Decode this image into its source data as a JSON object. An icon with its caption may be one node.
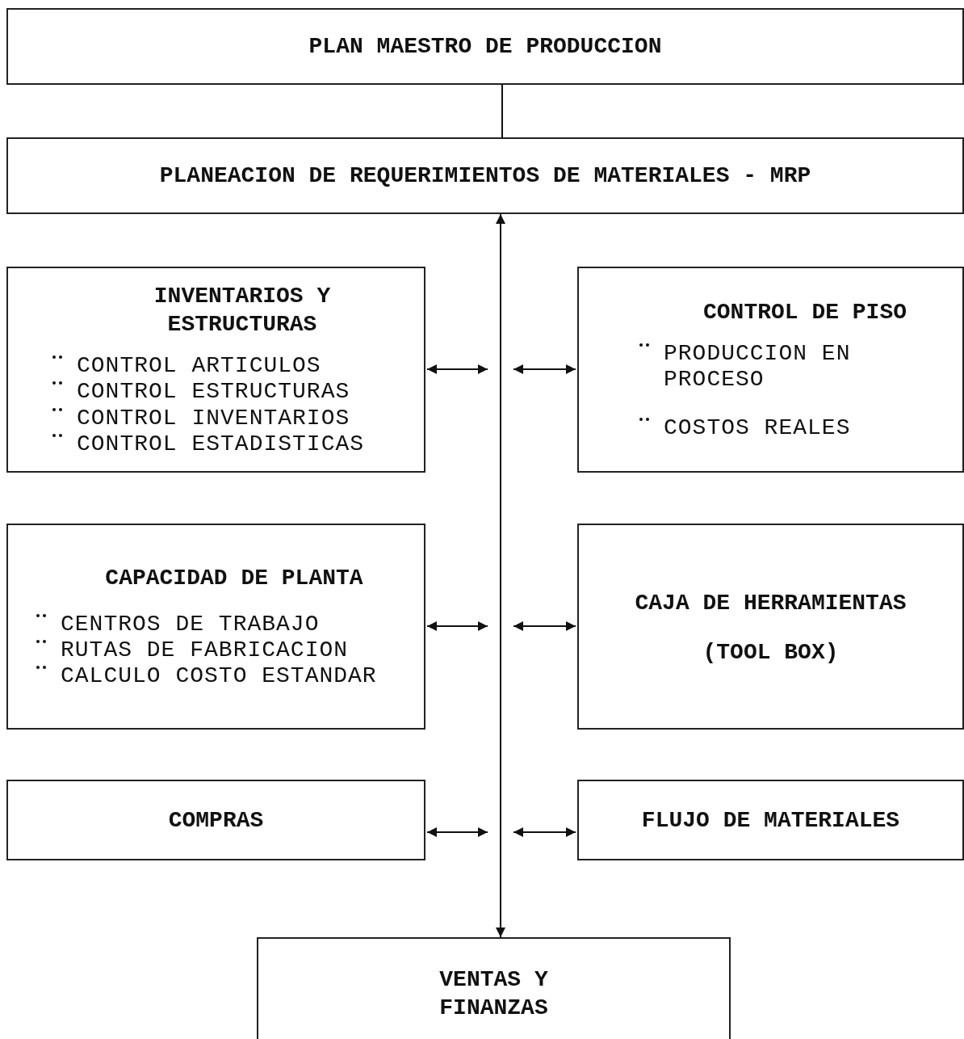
{
  "diagram": {
    "nodes": [
      {
        "text": [
          "PLAN MAESTRO DE PRODUCCION"
        ]
      },
      {
        "text": [
          "PLANEACION DE REQUERIMIENTOS DE MATERIALES - MRP"
        ]
      },
      {
        "text": [
          "INVENTARIOS Y ESTRUCTURAS",
          "CONTROL ARTICULOS",
          "CONTROL ESTRUCTURAS",
          "CONTROL INVENTARIOS",
          "CONTROL ESTADISTICAS"
        ]
      },
      {
        "text": [
          "CONTROL DE PISO",
          "PRODUCCION EN PROCESO",
          "COSTOS REALES"
        ]
      },
      {
        "text": [
          "CAPACIDAD DE PLANTA",
          "CENTROS DE TRABAJO",
          "RUTAS DE FABRICACION",
          "CALCULO COSTO ESTANDAR"
        ]
      },
      {
        "text": [
          "CAJA DE HERRAMIENTAS",
          "(TOOL BOX)"
        ]
      },
      {
        "text": [
          "COMPRAS"
        ]
      },
      {
        "text": [
          "FLUJO DE MATERIALES"
        ]
      },
      {
        "text": [
          "VENTAS Y FINANZAS"
        ]
      }
    ],
    "edges": [
      {
        "from": 0,
        "to": 1,
        "arrow": "none"
      },
      {
        "from": 1,
        "to": 8,
        "arrow": "both"
      },
      {
        "from": null,
        "to": 2,
        "arrow": "both"
      },
      {
        "from": null,
        "to": 3,
        "arrow": "both"
      },
      {
        "from": null,
        "to": 4,
        "arrow": "both"
      },
      {
        "from": null,
        "to": 5,
        "arrow": "both"
      },
      {
        "from": null,
        "to": 6,
        "arrow": "both"
      },
      {
        "from": null,
        "to": 7,
        "arrow": "both"
      }
    ]
  }
}
